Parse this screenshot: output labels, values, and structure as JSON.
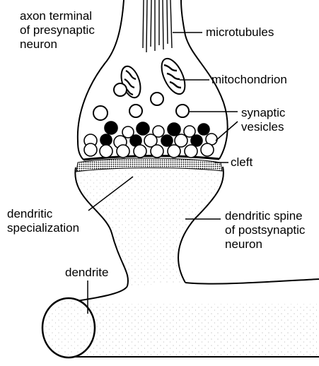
{
  "labels": {
    "axon_terminal": [
      "axon terminal",
      "of presynaptic",
      "neuron"
    ],
    "microtubules": "microtubules",
    "mitochondrion": "mitochondrion",
    "synaptic_vesicles": [
      "synaptic",
      "vesicles"
    ],
    "cleft": "cleft",
    "dendritic_specialization": [
      "dendritic",
      "specialization"
    ],
    "dendritic_spine": [
      "dendritic spine",
      "of postsynaptic",
      "neuron"
    ],
    "dendrite": "dendrite"
  },
  "colors": {
    "ink": "#000000",
    "background": "#ffffff",
    "stipple": "#555555"
  }
}
